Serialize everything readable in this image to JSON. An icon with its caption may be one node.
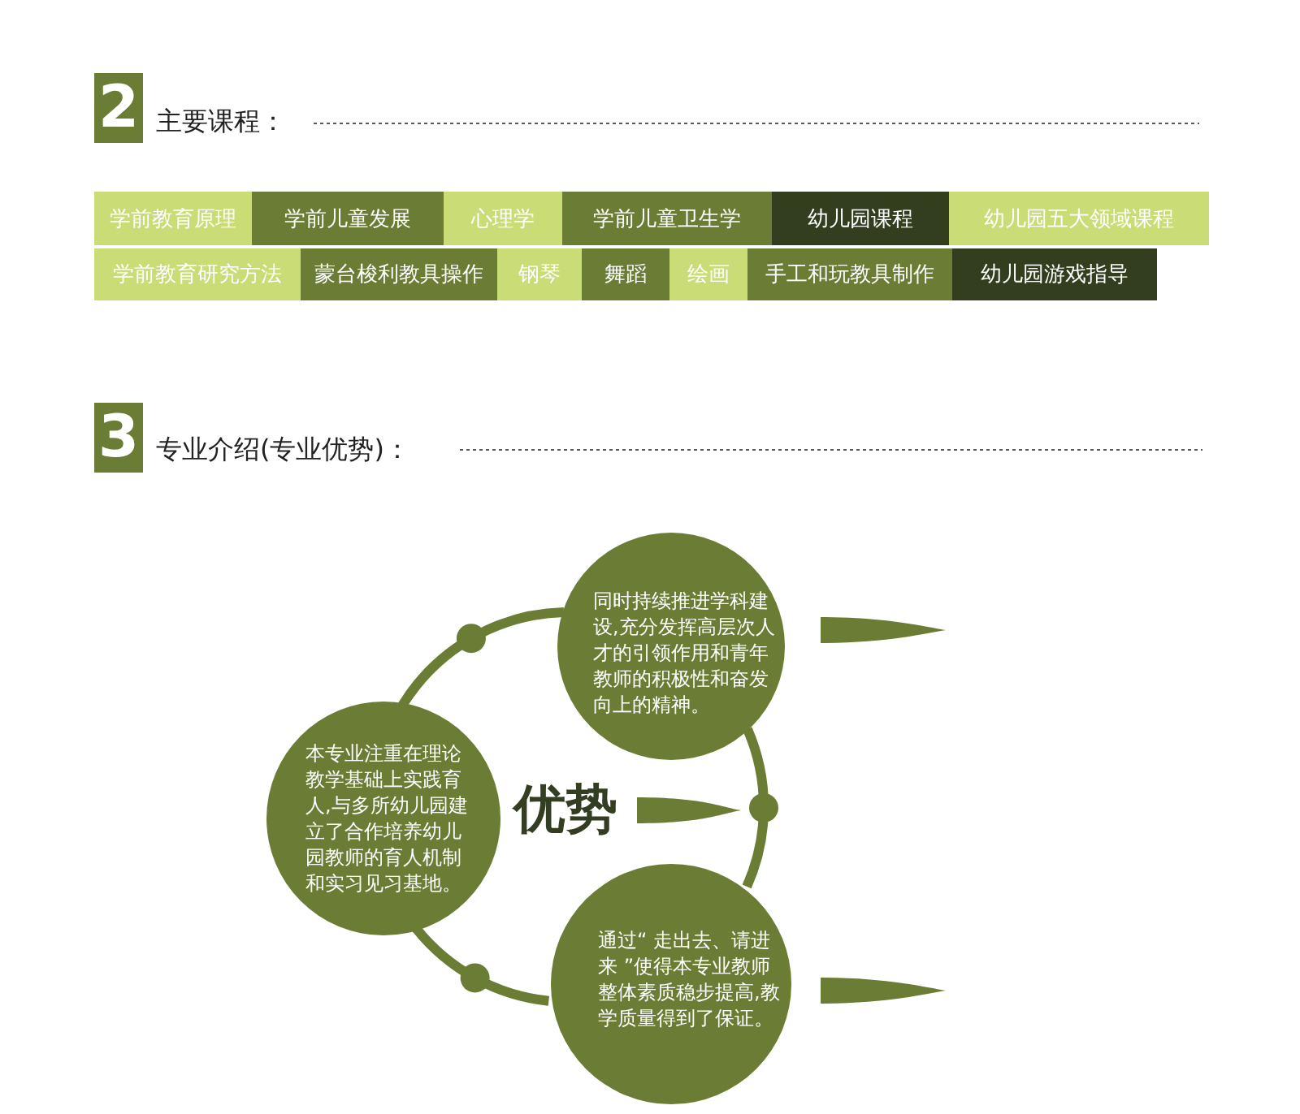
{
  "diagram": {
    "nodes": [
      {
        "text": [
          "学前教育原理"
        ]
      },
      {
        "text": [
          "学前儿童发展"
        ]
      },
      {
        "text": [
          "心理学"
        ]
      },
      {
        "text": [
          "学前儿童卫生学"
        ]
      },
      {
        "text": [
          "幼儿园课程"
        ]
      },
      {
        "text": [
          "幼儿园五大领域课程"
        ]
      },
      {
        "text": [
          "学前教育研究方法"
        ]
      },
      {
        "text": [
          "蒙台梭利教具操作"
        ]
      },
      {
        "text": [
          "钢琴"
        ]
      },
      {
        "text": [
          "舞蹈"
        ]
      },
      {
        "text": [
          "绘画"
        ]
      },
      {
        "text": [
          "手工和玩教具制作"
        ]
      },
      {
        "text": [
          "幼儿园游戏指导"
        ]
      },
      {
        "text": [
          "同时持续推进学科建设,充分发挥高层次人才的引领作用和青年教师的积极性和奋发向上的精神。"
        ]
      },
      {
        "text": [
          "本专业注重在理论教学基础上实践育人,与多所幼儿园建立了合作培养幼儿园教师的育人机制和实习见习基地。"
        ]
      },
      {
        "text": [
          "通过“ 走出去、请进来 ”使得本专业教师整体素质稳步提高,教学质量得到了保证。"
        ]
      }
    ],
    "edges": [
      {
        "from": 14,
        "to": 13,
        "arrow": "none"
      },
      {
        "from": 13,
        "to": 15,
        "arrow": "none"
      },
      {
        "from": 14,
        "to": 15,
        "arrow": "none"
      }
    ],
    "labels": [
      "2",
      "主要课程：",
      "3",
      "专业介绍(专业优势)：",
      "优势"
    ]
  }
}
